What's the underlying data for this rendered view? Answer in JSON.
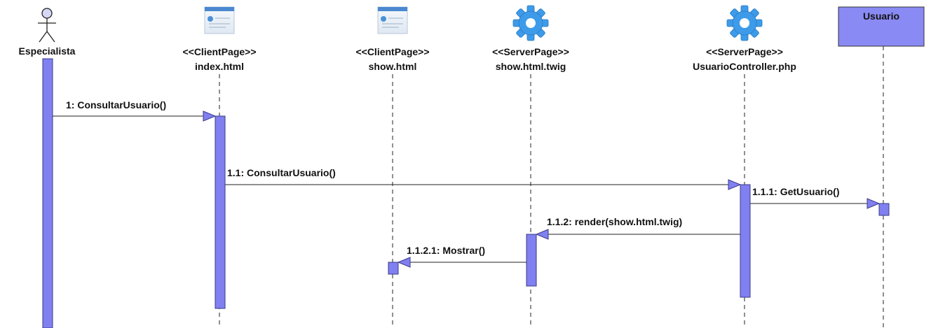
{
  "colors": {
    "activation": "#8080f0",
    "activation_stroke": "#3a3a8a",
    "gear": "#3d9be9",
    "object_fill": "#8a8af5"
  },
  "lifelines": [
    {
      "id": "especialista",
      "kind": "actor",
      "stereotype": "",
      "name": "Especialista"
    },
    {
      "id": "index",
      "kind": "clientpage",
      "stereotype": "<<ClientPage>>",
      "name": "index.html"
    },
    {
      "id": "show",
      "kind": "clientpage",
      "stereotype": "<<ClientPage>>",
      "name": "show.html"
    },
    {
      "id": "twig",
      "kind": "serverpage",
      "stereotype": "<<ServerPage>>",
      "name": "show.html.twig"
    },
    {
      "id": "controller",
      "kind": "serverpage",
      "stereotype": "<<ServerPage>>",
      "name": "UsuarioController.php"
    },
    {
      "id": "usuario",
      "kind": "object",
      "stereotype": "",
      "name": "Usuario"
    }
  ],
  "messages": [
    {
      "label": "1: ConsultarUsuario()",
      "from": "especialista",
      "to": "index"
    },
    {
      "label": "1.1: ConsultarUsuario()",
      "from": "index",
      "to": "controller"
    },
    {
      "label": "1.1.1: GetUsuario()",
      "from": "controller",
      "to": "usuario"
    },
    {
      "label": "1.1.2: render(show.html.twig)",
      "from": "controller",
      "to": "twig"
    },
    {
      "label": "1.1.2.1: Mostrar()",
      "from": "twig",
      "to": "show"
    }
  ]
}
